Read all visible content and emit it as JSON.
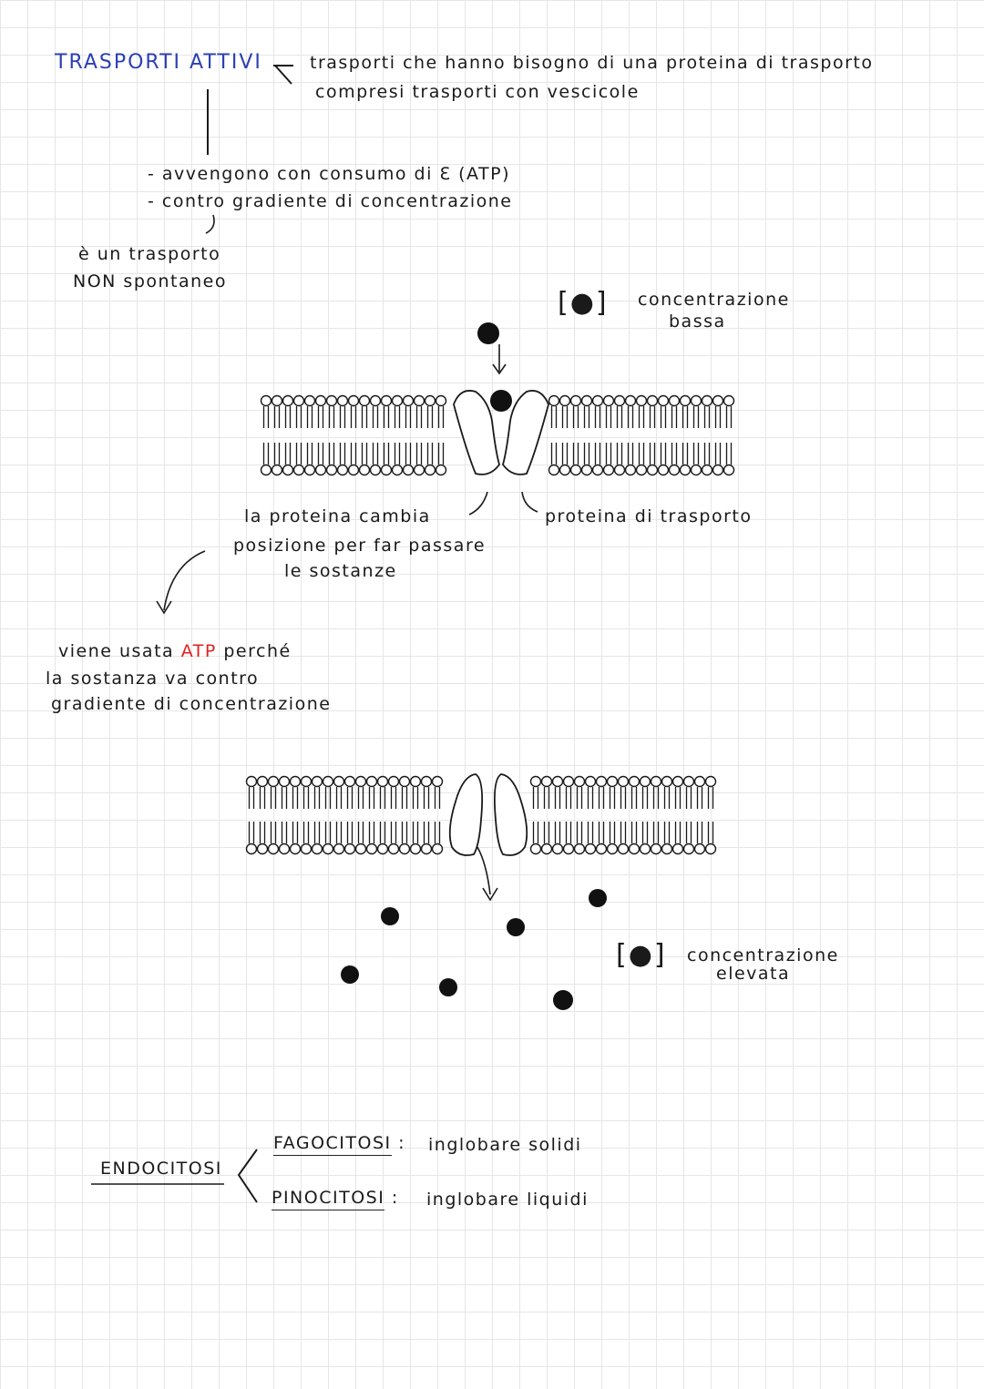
{
  "title": "TRASPORTI ATTIVI",
  "definition": {
    "line1": "trasporti che hanno bisogno di una proteina di trasporto",
    "line2": "compresi trasporti con vescicole"
  },
  "features": {
    "item1": "- avvengono con consumo di Ɛ (ATP)",
    "item2": "- contro gradiente di concentrazione"
  },
  "consequence": {
    "line1": "è un trasporto",
    "line2": "NON spontaneo"
  },
  "diagram1": {
    "bracket": "[●]",
    "label_line1": "concentrazione",
    "label_line2": "bassa",
    "protein_note_line1": "la proteina cambia",
    "protein_note_line2": "posizione per far passare",
    "protein_note_line3": "le sostanze",
    "protein_label": "proteina di trasporto"
  },
  "atp_note": {
    "part1": "viene usata",
    "atp": "ATP",
    "part2": "perché",
    "line2": "la sostanza va contro",
    "line3": "gradiente di concentrazione",
    "atp_color": "#e02020"
  },
  "diagram2": {
    "bracket": "[●]",
    "label_line1": "concentrazione",
    "label_line2": "elevata"
  },
  "endocitosi": {
    "label": "ENDOCITOSI",
    "items": [
      {
        "term": "FAGOCITOSI",
        "desc": "inglobare solidi"
      },
      {
        "term": "PINOCITOSI",
        "desc": "inglobare liquidi"
      }
    ]
  },
  "colors": {
    "title": "#2b3fb3",
    "ink": "#1a1a1a",
    "accent": "#e02020"
  }
}
